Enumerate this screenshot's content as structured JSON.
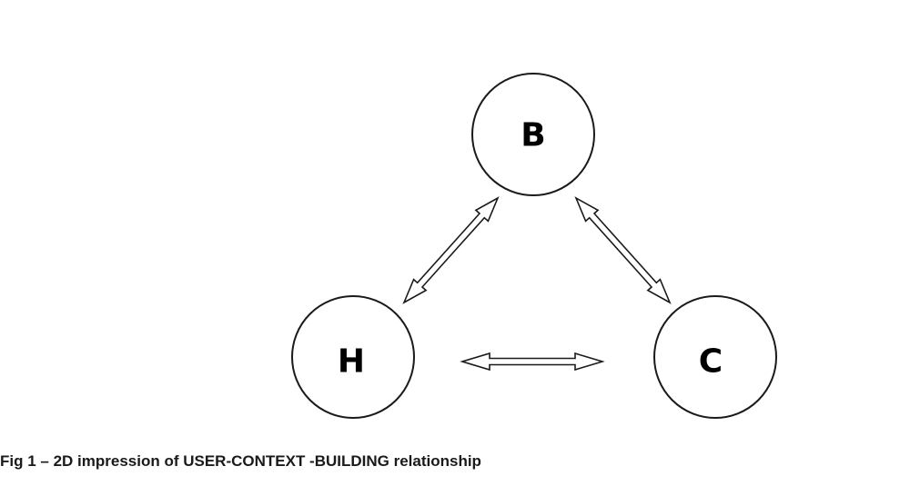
{
  "nodes": {
    "b": {
      "label": "B"
    },
    "h": {
      "label": "H"
    },
    "c": {
      "label": "C"
    }
  },
  "caption": "Fig 1 – 2D impression of USER-CONTEXT -BUILDING relationship"
}
